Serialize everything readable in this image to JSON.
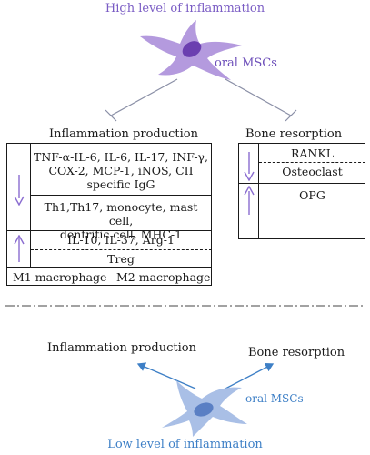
{
  "top": {
    "title": "High level of inflammation",
    "cell_label": "oral MSCs"
  },
  "left_panel": {
    "heading": "Inflammation production",
    "down_group": {
      "row1": [
        "TNF-α-IL-6, IL-6, IL-17, INF-γ,",
        "COX-2, MCP-1, iNOS, CII",
        "specific IgG"
      ],
      "row2": [
        "Th1,Th17, monocyte, mast cell,",
        "dentritic cell, MHC-1"
      ]
    },
    "up_group": {
      "row1": "IL-10, IL-37, Arg-1",
      "row2": "Treg"
    },
    "footer": {
      "left": "M1 macrophage",
      "right": "M2 macrophage"
    }
  },
  "right_panel": {
    "heading": "Bone resorption",
    "down_group": {
      "row1": "RANKL",
      "row2": "Osteoclast"
    },
    "up_group": {
      "row1": "OPG"
    }
  },
  "bottom": {
    "left_label": "Inflammation production",
    "right_label": "Bone resorption",
    "cell_label": "oral MSCs",
    "title": "Low level of inflammation"
  },
  "colors": {
    "purple": "#8a6cd0",
    "purple_cell": "#b49ade",
    "purple_nucleus": "#6b3fb0",
    "blue": "#3d7fc6",
    "blue_cell": "#a9bfe6",
    "blue_nucleus": "#5a7fc4",
    "arrow_gray": "#8a8fa6"
  }
}
